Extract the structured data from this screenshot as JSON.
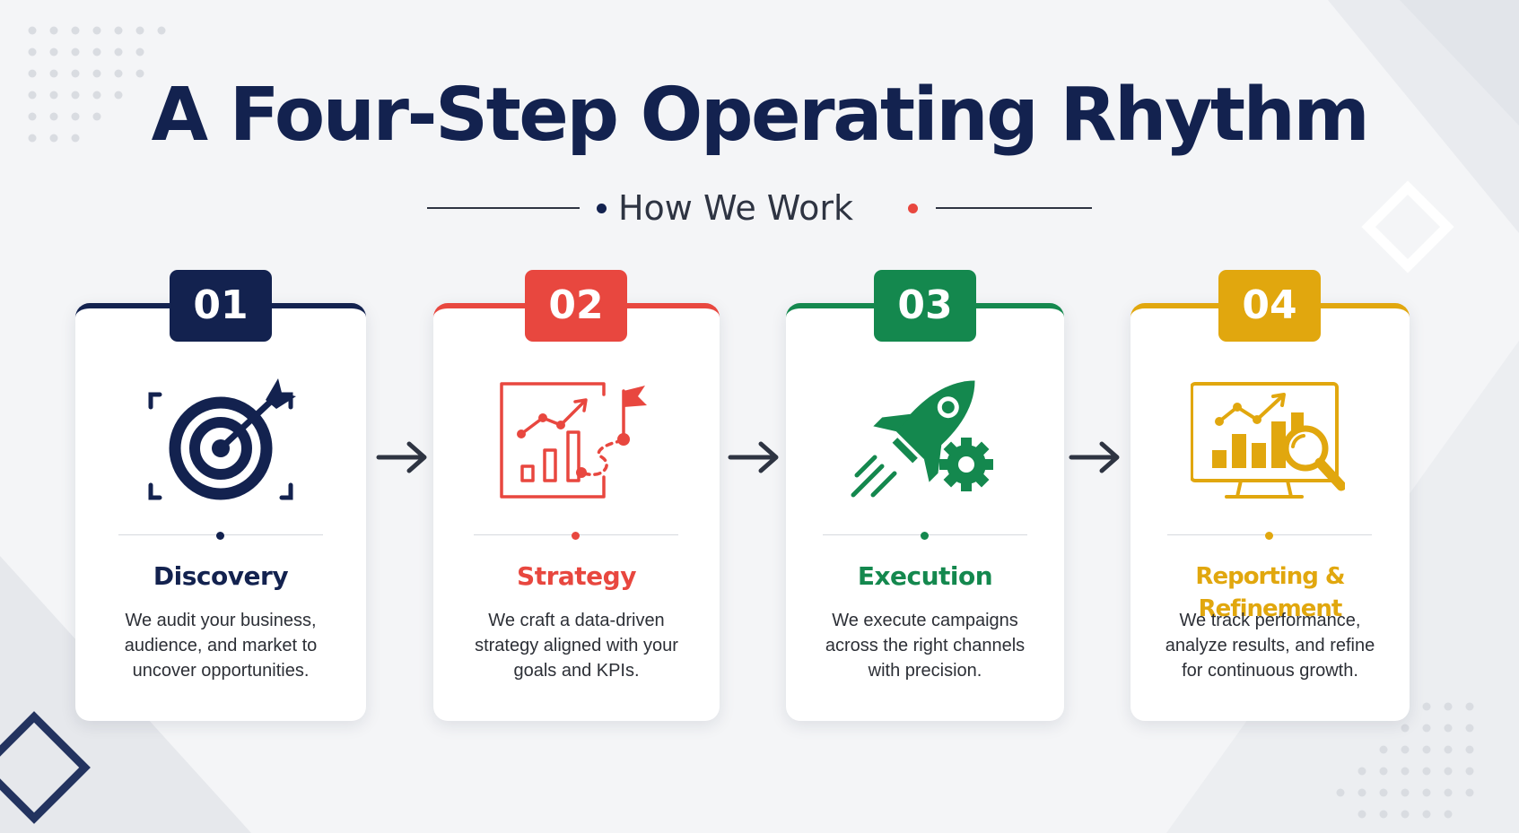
{
  "header": {
    "title": "A Four-Step Operating Rhythm",
    "subtitle": "How We Work"
  },
  "colors": {
    "navy": "#13224f",
    "red": "#e8473f",
    "green": "#14884e",
    "gold": "#e1a70e",
    "text": "#2c2f36"
  },
  "steps": [
    {
      "number": "01",
      "title": "Discovery",
      "description": "We audit your business, audience, and market to uncover opportunities.",
      "icon": "target-icon",
      "color": "#13224f"
    },
    {
      "number": "02",
      "title": "Strategy",
      "description": "We craft a data-driven strategy aligned with your goals and KPIs.",
      "icon": "strategy-chart-icon",
      "color": "#e8473f"
    },
    {
      "number": "03",
      "title": "Execution",
      "description": "We execute campaigns across the right channels with precision.",
      "icon": "rocket-gear-icon",
      "color": "#14884e"
    },
    {
      "number": "04",
      "title": "Reporting & Refinement",
      "description": "We track performance, analyze results, and refine for continuous growth.",
      "icon": "analytics-monitor-icon",
      "color": "#e1a70e"
    }
  ]
}
